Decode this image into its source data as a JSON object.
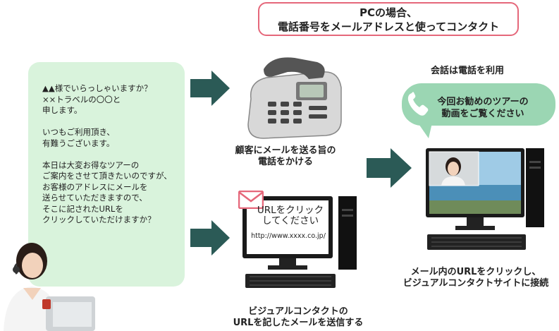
{
  "header": {
    "line1": "PCの場合、",
    "line2": "電話番号をメールアドレスと使ってコンタクト"
  },
  "script": {
    "text": "▲▲様でいらっしゃいますか？\n××トラベルの〇〇と\n申します。\n\nいつもご利用頂き、\n有難うございます。\n\n本日は大変お得なツアーの\nご案内をさせて頂きたいのですが、\nお客様のアドレスにメールを\n送らせていただきますので、\nそこに記されたURLを\nクリックしていただけますか？"
  },
  "step1": {
    "line1": "顧客にメールを送る旨の",
    "line2": "電話をかける"
  },
  "step2": {
    "screen_line1": "URLをクリック",
    "screen_line2": "してください",
    "screen_url": "http://www.xxxx.co.jp/",
    "line1": "ビジュアルコンタクトの",
    "line2": "URLを記したメールを送信する"
  },
  "step3": {
    "label": "会話は電話を利用",
    "bubble_line1": "今回お勧めのツアーの",
    "bubble_line2": "動画をご覧ください",
    "line1": "メール内のURLをクリックし、",
    "line2": "ビジュアルコンタクトサイトに接続"
  },
  "colors": {
    "arrow": "#2b5a56",
    "bubble_bg": "#d9f3dc",
    "speech_bg": "#9bd6b3",
    "header_border": "#e5677a",
    "mail_icon": "#e5677a"
  }
}
